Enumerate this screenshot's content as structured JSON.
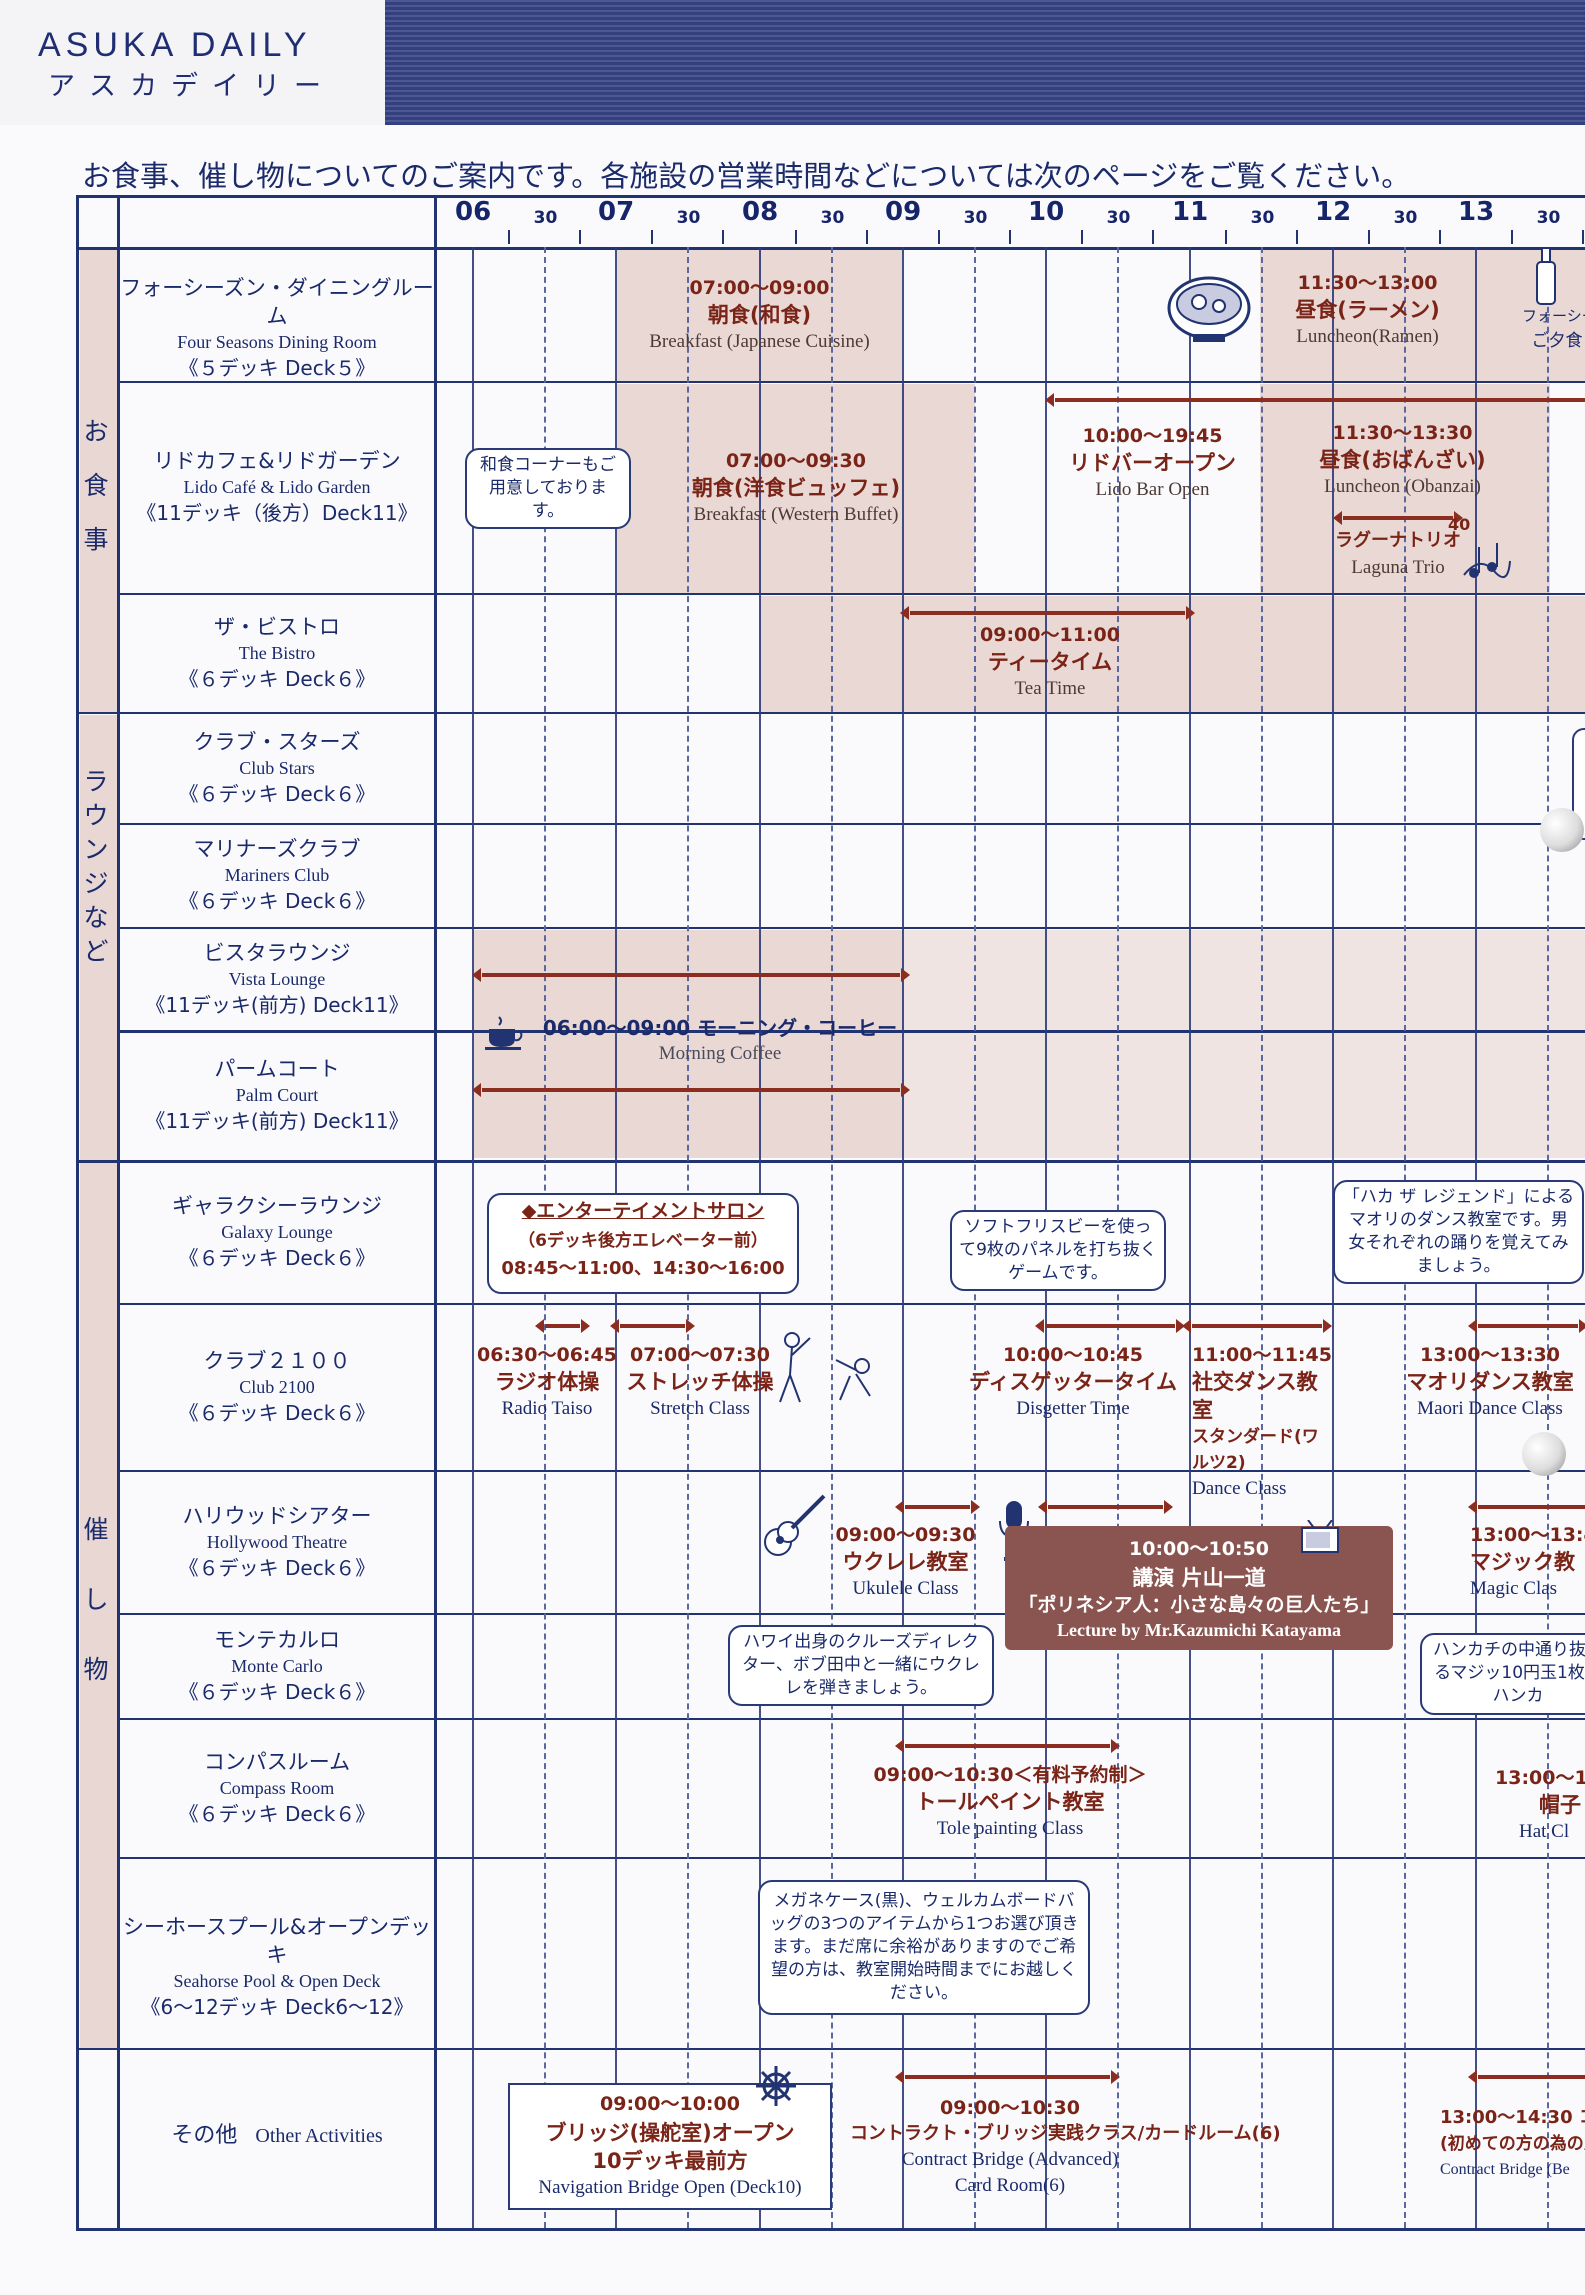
{
  "header": {
    "brand": "ASUKA DAILY",
    "brand_kana": "アスカデイリー",
    "intro": "お食事、催し物についてのご案内です。各施設の営業時間などについては次のページをご覧ください。"
  },
  "timeline": {
    "hours": [
      "06",
      "07",
      "08",
      "09",
      "10",
      "11",
      "12",
      "13"
    ],
    "half": "30"
  },
  "categories": {
    "dining": "お食事",
    "lounges": "ラウンジなど",
    "events": "催し物"
  },
  "venues": [
    {
      "jp": "フォーシーズン・ダイニングルーム",
      "en": "Four Seasons Dining Room",
      "deck": "《５デッキ Deck５》"
    },
    {
      "jp": "リドカフェ&リドガーデン",
      "en": "Lido Café & Lido Garden",
      "deck": "《11デッキ（後方）Deck11》"
    },
    {
      "jp": "ザ・ビストロ",
      "en": "The Bistro",
      "deck": "《６デッキ Deck６》"
    },
    {
      "jp": "クラブ・スターズ",
      "en": "Club Stars",
      "deck": "《６デッキ Deck６》"
    },
    {
      "jp": "マリナーズクラブ",
      "en": "Mariners Club",
      "deck": "《６デッキ Deck６》"
    },
    {
      "jp": "ビスタラウンジ",
      "en": "Vista Lounge",
      "deck": "《11デッキ(前方) Deck11》"
    },
    {
      "jp": "パームコート",
      "en": "Palm Court",
      "deck": "《11デッキ(前方) Deck11》"
    },
    {
      "jp": "ギャラクシーラウンジ",
      "en": "Galaxy Lounge",
      "deck": "《６デッキ Deck６》"
    },
    {
      "jp": "クラブ２１００",
      "en": "Club 2100",
      "deck": "《６デッキ Deck６》"
    },
    {
      "jp": "ハリウッドシアター",
      "en": "Hollywood Theatre",
      "deck": "《６デッキ Deck６》"
    },
    {
      "jp": "モンテカルロ",
      "en": "Monte Carlo",
      "deck": "《６デッキ Deck６》"
    },
    {
      "jp": "コンパスルーム",
      "en": "Compass Room",
      "deck": "《６デッキ Deck６》"
    },
    {
      "jp": "シーホースプール&オープンデッキ",
      "en": "Seahorse Pool & Open Deck",
      "deck": "《6〜12デッキ Deck6〜12》"
    },
    {
      "jp": "その他",
      "en": "Other Activities",
      "deck": ""
    }
  ],
  "events": {
    "fs_breakfast": {
      "time": "07:00〜09:00",
      "jp": "朝食(和食)",
      "en": "Breakfast (Japanese Cuisine)"
    },
    "fs_lunch": {
      "time": "11:30〜13:00",
      "jp": "昼食(ラーメン)",
      "en": "Luncheon(Ramen)"
    },
    "fs_cut": {
      "jp": "フォーシー",
      "jp2": "ご夕食"
    },
    "lido_note": "和食コーナーもご用意しております。",
    "lido_breakfast": {
      "time": "07:00〜09:30",
      "jp": "朝食(洋食ビュッフェ)",
      "en": "Breakfast (Western Buffet)"
    },
    "lido_bar": {
      "time": "10:00〜19:45",
      "jp": "リドバーオープン",
      "en": "Lido Bar Open"
    },
    "lido_lunch": {
      "time": "11:30〜13:30",
      "jp": "昼食(おばんざい)",
      "en": "Luncheon (Obanzai)"
    },
    "laguna": {
      "jp": "ラグーナトリオ",
      "en": "Laguna Trio",
      "num": "40"
    },
    "tea": {
      "time": "09:00〜11:00",
      "jp": "ティータイム",
      "en": "Tea Time"
    },
    "coffee": {
      "jp": "06:00〜09:00 モーニング・コーヒー",
      "en": "Morning  Coffee"
    },
    "salon": {
      "title": "◆エンターテイメントサロン",
      "sub": "（6デッキ後方エレベーター前）",
      "time": "08:45〜11:00、14:30〜16:00"
    },
    "frisbee_note": "ソフトフリスビーを使って9枚のパネルを打ち抜くゲームです。",
    "maori_note": "「ハカ ザ レジェンド」によるマオリのダンス教室です。男女それぞれの踊りを覚えてみましょう。",
    "radio": {
      "time": "06:30〜06:45",
      "jp": "ラジオ体操",
      "en": "Radio Taiso"
    },
    "stretch": {
      "time": "07:00〜07:30",
      "jp": "ストレッチ体操",
      "en": "Stretch Class"
    },
    "disgetter": {
      "time": "10:00〜10:45",
      "jp": "ディスゲッタータイム",
      "en": "Disgetter Time"
    },
    "dance": {
      "time": "11:00〜11:45",
      "jp": "社交ダンス教室",
      "jp2": "スタンダード(ワルツ2)",
      "en": "Dance Class"
    },
    "maori": {
      "time": "13:00〜13:30",
      "jp": "マオリダンス教室",
      "en": "Maori Dance Class"
    },
    "ukulele": {
      "time": "09:00〜09:30",
      "jp": "ウクレレ教室",
      "en": "Ukulele Class"
    },
    "lecture": {
      "time": "10:00〜10:50",
      "jp": "講演 片山一道",
      "jp2": "「ポリネシア人：小さな島々の巨人たち」",
      "en": "Lecture by Mr.Kazumichi Katayama"
    },
    "magic": {
      "time": "13:00〜13:4",
      "jp": "マジック教",
      "en": "Magic Clas"
    },
    "ukulele_note": "ハワイ出身のクルーズディレクター、ボブ田中と一緒にウクレレを弾きましょう。",
    "magic_note": "ハンカチの中通り抜けるマジッ10円玉1枚とハンカ",
    "tole": {
      "time": "09:00〜10:30＜有料予約制＞",
      "jp": "トールペイント教室",
      "en": "Tole painting Class"
    },
    "hat": {
      "time": "13:00〜1",
      "jp": "帽子",
      "en": "Hat Cl"
    },
    "tole_note": "メガネケース(黒)、ウェルカムボードバッグの3つのアイテムから1つお選び頂きます。まだ席に余裕がありますのでご希望の方は、教室開始時間までにお越しください。",
    "bridge_open": {
      "time": "09:00〜10:00",
      "jp": "ブリッジ(操舵室)オープン",
      "jp2": "10デッキ最前方",
      "en": "Navigation Bridge Open (Deck10)"
    },
    "contract": {
      "time": "09:00〜10:30",
      "jp": "コントラクト・ブリッジ実践クラス/カードルーム(6)",
      "en": "Contract Bridge (Advanced)",
      "en2": "Card Room(6)"
    },
    "contract2": {
      "time": "13:00〜14:30 コ",
      "jp": "(初めての方の為の入",
      "en": "Contract Bridge (Be"
    }
  },
  "colors": {
    "navy": "#223372",
    "brown": "#7a2418",
    "band": "#ead8d4"
  }
}
